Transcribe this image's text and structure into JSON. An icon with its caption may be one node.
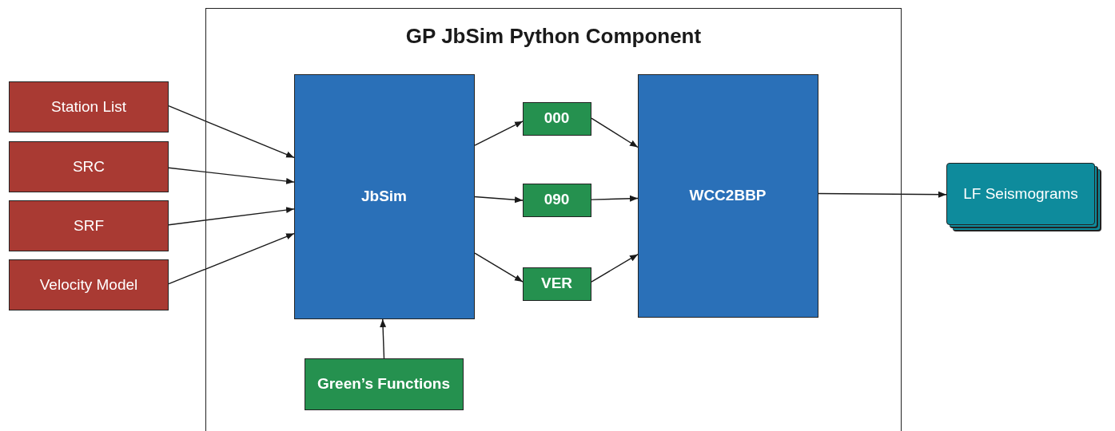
{
  "diagram": {
    "nodes": [
      {
        "text": [
          "GP JbSim Python Component"
        ]
      },
      {
        "text": [
          "Station List"
        ]
      },
      {
        "text": [
          "SRC"
        ]
      },
      {
        "text": [
          "SRF"
        ]
      },
      {
        "text": [
          "Velocity Model"
        ]
      },
      {
        "text": [
          "JbSim"
        ],
        "in": 0
      },
      {
        "text": [
          "000"
        ],
        "in": 0
      },
      {
        "text": [
          "090"
        ],
        "in": 0
      },
      {
        "text": [
          "VER"
        ],
        "in": 0
      },
      {
        "text": [
          "WCC2BBP"
        ],
        "in": 0
      },
      {
        "text": [
          "Green’s Functions"
        ],
        "in": 0
      },
      {
        "text": [
          "LF Seismograms"
        ]
      }
    ],
    "edges": [
      {
        "from": 1,
        "to": 5,
        "arrow": "to"
      },
      {
        "from": 2,
        "to": 5,
        "arrow": "to"
      },
      {
        "from": 3,
        "to": 5,
        "arrow": "to"
      },
      {
        "from": 4,
        "to": 5,
        "arrow": "to"
      },
      {
        "from": 5,
        "to": 6,
        "arrow": "to"
      },
      {
        "from": 5,
        "to": 7,
        "arrow": "to"
      },
      {
        "from": 5,
        "to": 8,
        "arrow": "to"
      },
      {
        "from": 6,
        "to": 9,
        "arrow": "to"
      },
      {
        "from": 7,
        "to": 9,
        "arrow": "to"
      },
      {
        "from": 8,
        "to": 9,
        "arrow": "to"
      },
      {
        "from": 10,
        "to": 5,
        "arrow": "to"
      },
      {
        "from": 9,
        "to": 11,
        "arrow": "to"
      }
    ]
  }
}
